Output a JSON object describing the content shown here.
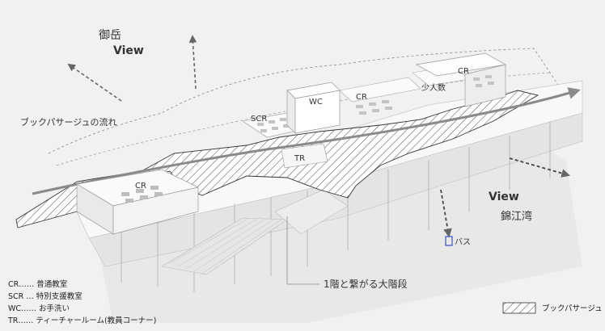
{
  "labels": {
    "mountain": "御岳",
    "view_top": "View",
    "flow": "ブックパサージュの流れ",
    "view_right": "View",
    "bay": "錦江湾",
    "stair": "1階と繋がる大階段",
    "bus": "バス"
  },
  "rooms": {
    "cr_left": "CR",
    "scr": "SCR",
    "wc": "WC",
    "cr_mid": "CR",
    "small": "少人数",
    "cr_right": "CR",
    "tr": "TR"
  },
  "legend": {
    "cr": "CR…… 普通教室",
    "scr": "SCR … 特別支援教室",
    "wc": "WC…… お手洗い",
    "tr": "TR……  ティーチャールーム(教員コーナー)",
    "passage": "ブックパサージュ"
  },
  "colors": {
    "background": "#f1f1f1",
    "model": "#ffffff",
    "hatch": "#555555",
    "arrow": "#8a8a8a",
    "bus": "#e040a0",
    "bus_icon": "#3a4fd0"
  }
}
